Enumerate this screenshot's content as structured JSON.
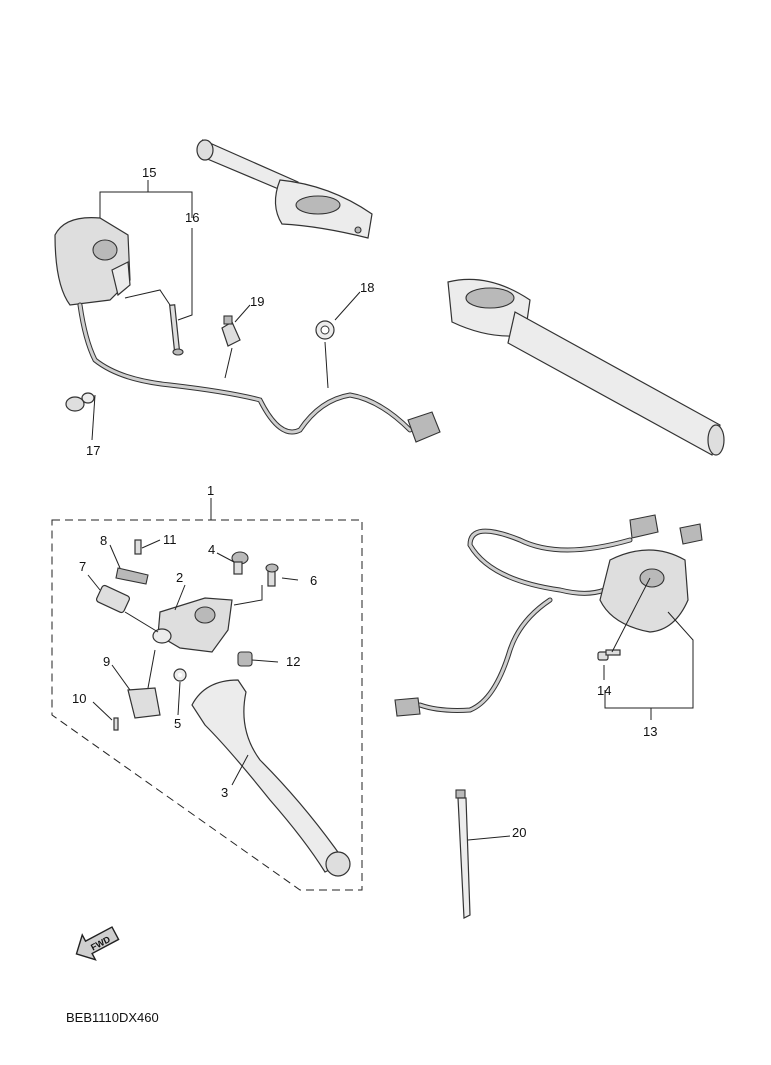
{
  "diagram": {
    "callouts": [
      "1",
      "2",
      "3",
      "4",
      "5",
      "6",
      "7",
      "8",
      "9",
      "10",
      "11",
      "12",
      "13",
      "14",
      "15",
      "16",
      "17",
      "18",
      "19",
      "20"
    ],
    "fwd_label": "FWD",
    "drawing_code": "BEB1110DX460"
  },
  "icons": {
    "fwd_arrow": "fwd-arrow-icon"
  }
}
